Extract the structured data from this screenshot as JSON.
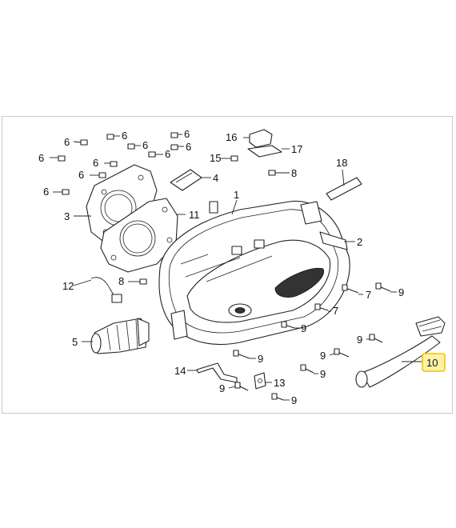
{
  "callouts": {
    "c1": "1",
    "c2": "2",
    "c3": "3",
    "c4": "4",
    "c5": "5",
    "c6": "6",
    "c7": "7",
    "c8": "8",
    "c9": "9",
    "c10": "10",
    "c11": "11",
    "c12": "12",
    "c13": "13",
    "c14": "14",
    "c15": "15",
    "c16": "16",
    "c17": "17",
    "c18": "18"
  },
  "colors": {
    "highlight_fill": "#fff2a8",
    "highlight_stroke": "#f0c400",
    "line": "#222222"
  },
  "highlighted_part": "10"
}
